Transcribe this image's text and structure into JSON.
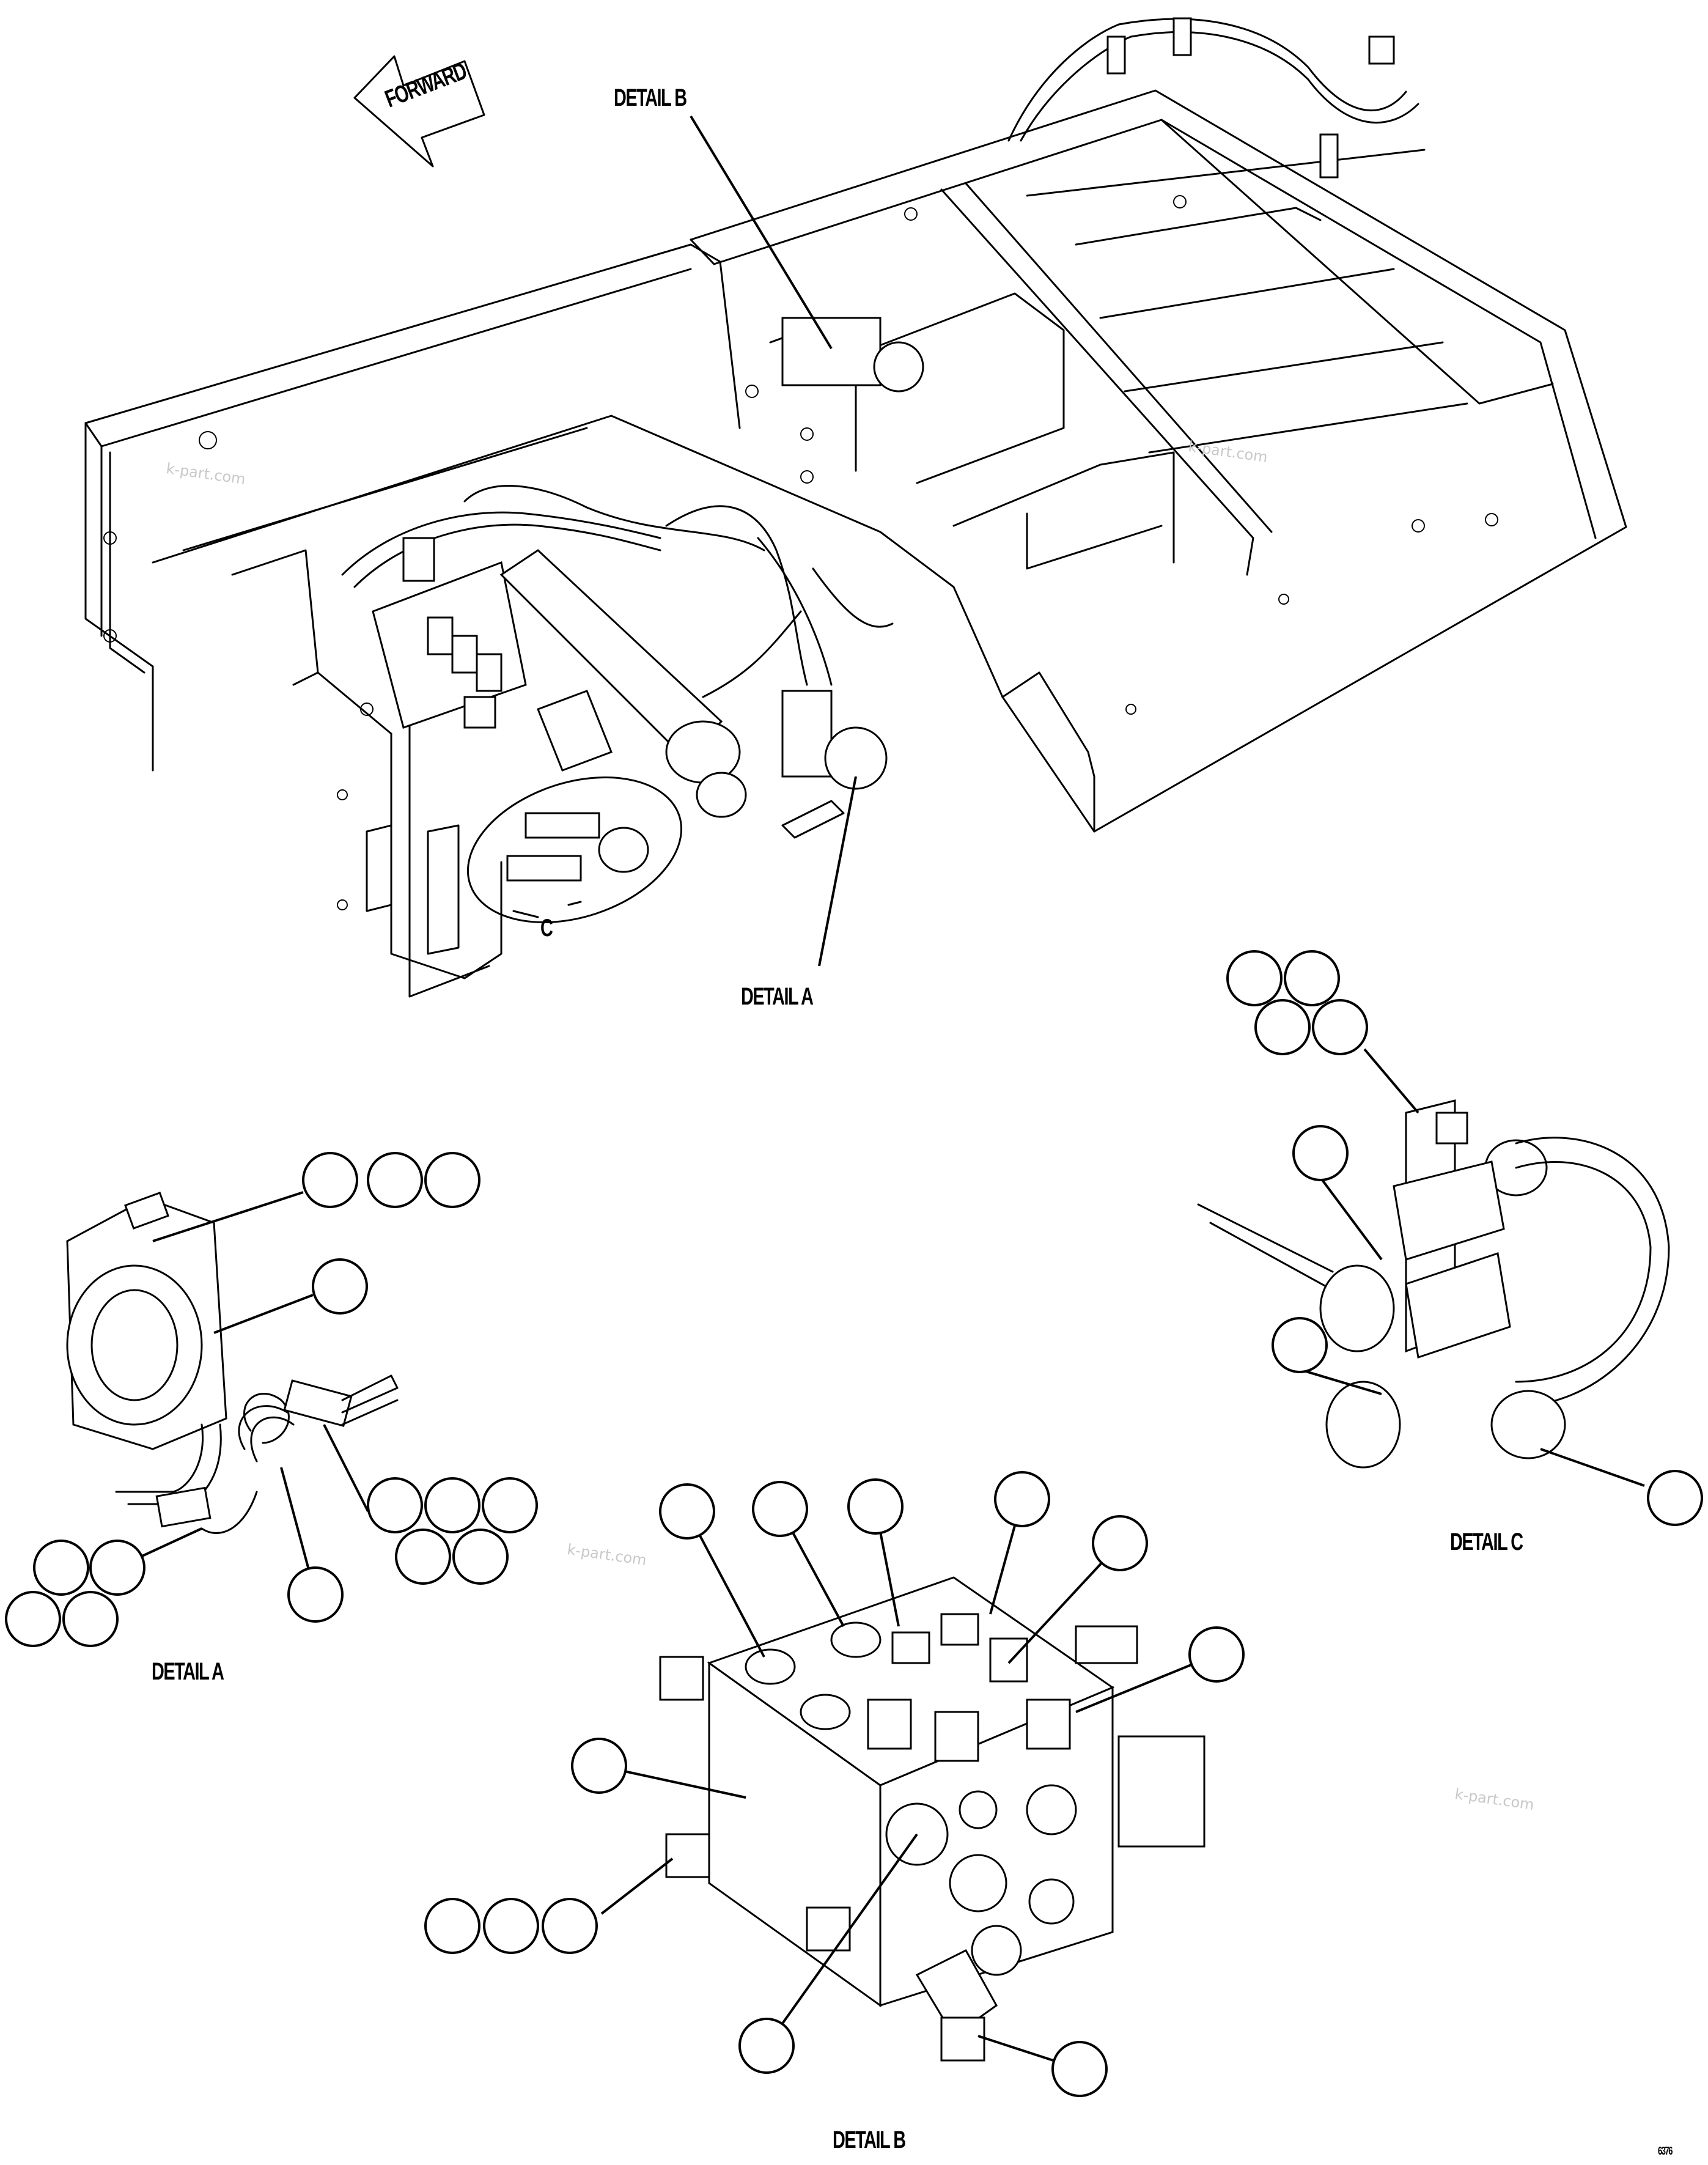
{
  "forward_label": "FORWARD",
  "detail_labels": {
    "main_b": "DETAIL B",
    "main_a": "DETAIL A",
    "main_c": "C",
    "bottom_a": "DETAIL A",
    "bottom_b": "DETAIL B",
    "bottom_c": "DETAIL C"
  },
  "watermark": "k-part.com",
  "figure_number": "6376"
}
